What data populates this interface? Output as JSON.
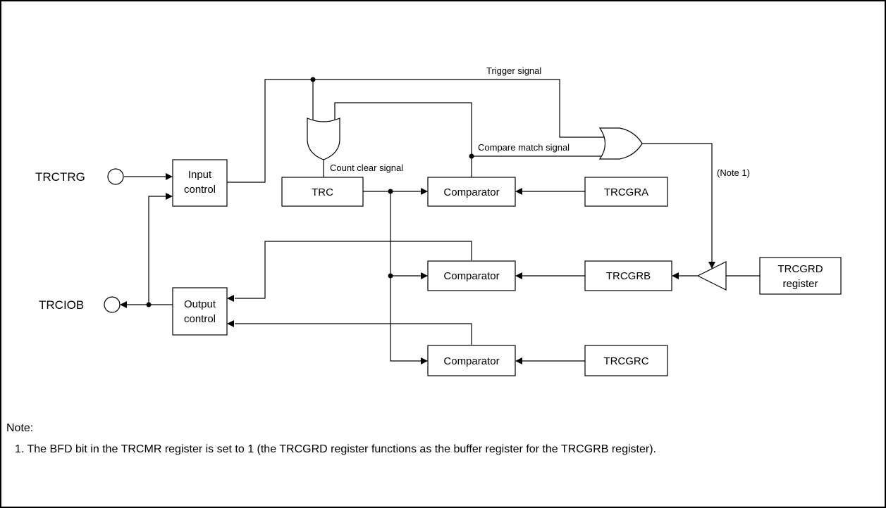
{
  "pins": {
    "trctrg": "TRCTRG",
    "trciob": "TRCIOB"
  },
  "blocks": {
    "input_control": [
      "Input",
      "control"
    ],
    "output_control": [
      "Output",
      "control"
    ],
    "trc": "TRC",
    "comparator": "Comparator",
    "trcgra": "TRCGRA",
    "trcgrb": "TRCGRB",
    "trcgrc": "TRCGRC",
    "trcgrd": [
      "TRCGRD",
      "register"
    ]
  },
  "signals": {
    "trigger": "Trigger signal",
    "compare_match": "Compare match signal",
    "count_clear": "Count clear signal",
    "note_ref": "(Note 1)"
  },
  "notes": {
    "heading": "Note:",
    "items": [
      "1. The BFD bit in the TRCMR register is set to 1 (the TRCGRD register functions as the buffer register for the TRCGRB register)."
    ]
  }
}
